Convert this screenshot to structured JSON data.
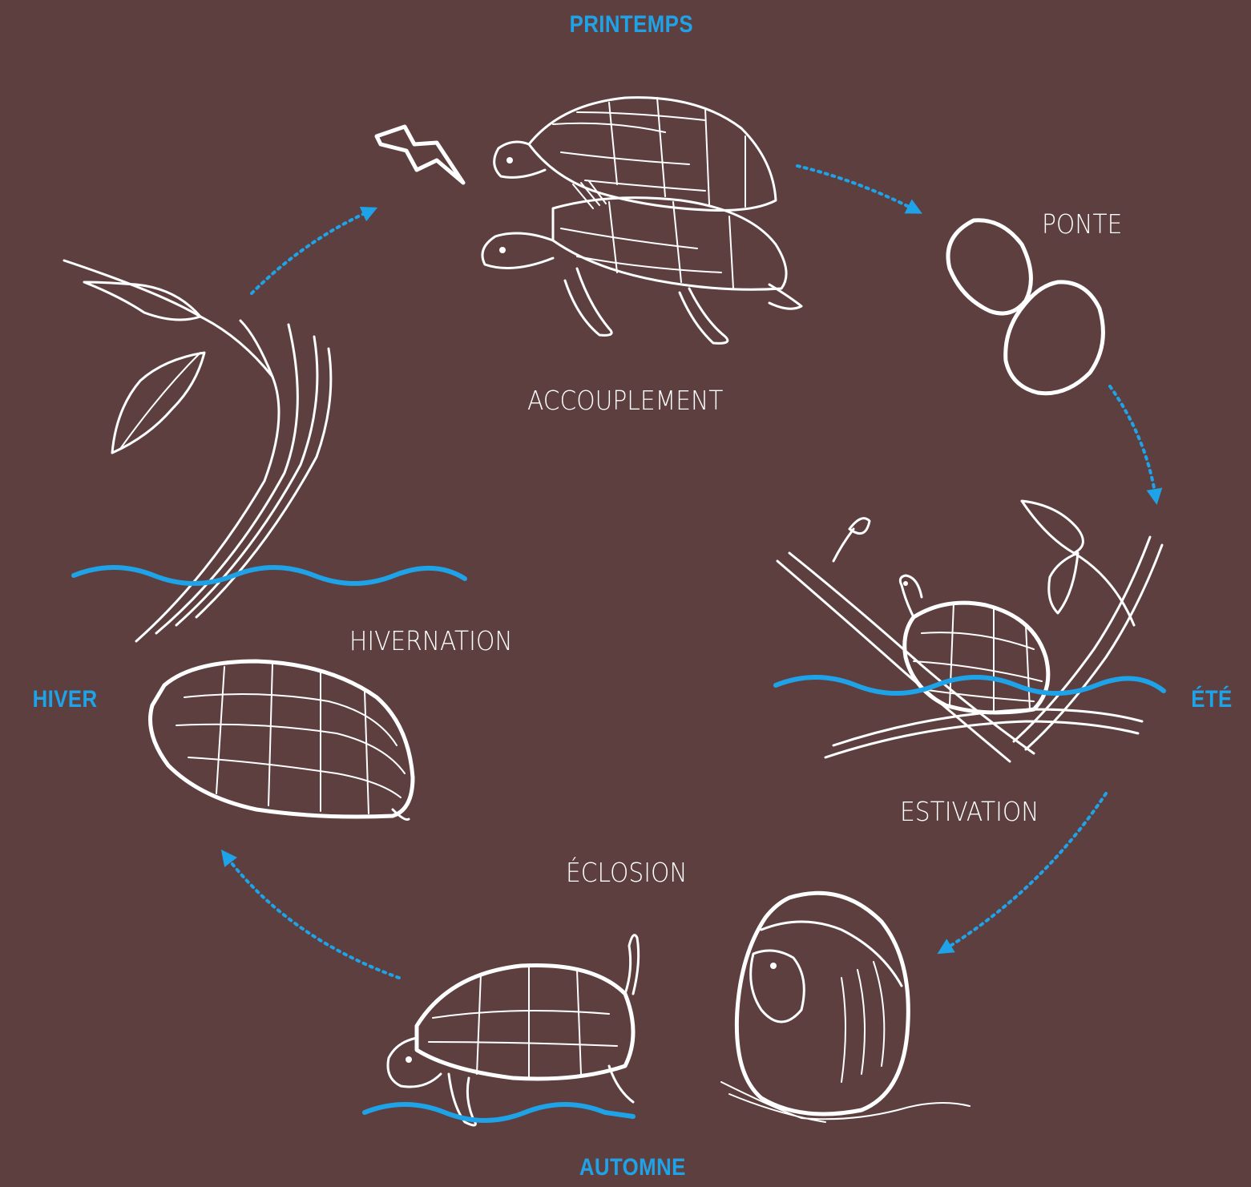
{
  "seasons": {
    "spring": "PRINTEMPS",
    "summer": "ÉTÉ",
    "autumn": "AUTOMNE",
    "winter": "HIVER"
  },
  "stages": {
    "mating": "ACCOUPLEMENT",
    "laying": "PONTE",
    "estivation": "ESTIVATION",
    "hatching": "ÉCLOSION",
    "hibernation": "HIVERNATION"
  },
  "colors": {
    "background": "#5e3f3f",
    "accent": "#1fa3e8",
    "ink": "#ffffff"
  },
  "icons": {
    "mating": "mating-turtles-icon",
    "laying": "eggs-icon",
    "estivation": "basking-turtle-icon",
    "hatching": "hatching-turtle-icon",
    "hibernation": "hibernating-turtle-icon",
    "spring_spark": "lightning-icon",
    "water": "water-wave-icon"
  }
}
